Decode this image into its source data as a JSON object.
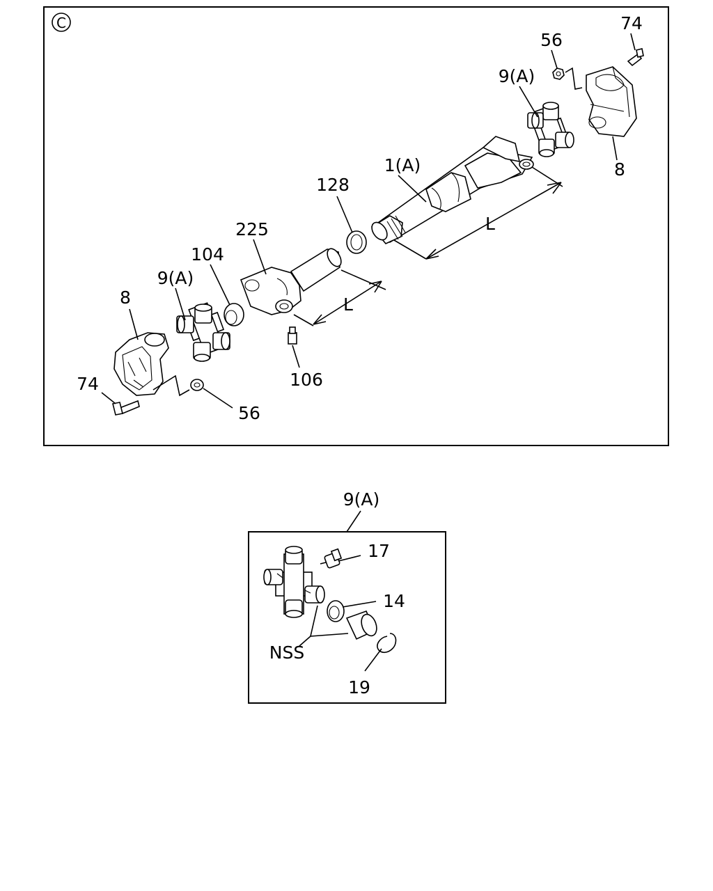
{
  "section_marker": "C",
  "main_labels": {
    "p74_top": "74",
    "p56_top": "56",
    "p9a_top": "9(A)",
    "p8_top": "8",
    "p1a": "1(A)",
    "p128": "128",
    "dim_L_right": "L",
    "p225": "225",
    "p104": "104",
    "p9a_left": "9(A)",
    "dim_L_left": "L",
    "p8_left": "8",
    "p106": "106",
    "p74_left": "74",
    "p56_left": "56"
  },
  "detail": {
    "title": "9(A)",
    "p17": "17",
    "p14": "14",
    "nss": "NSS",
    "p19": "19"
  }
}
